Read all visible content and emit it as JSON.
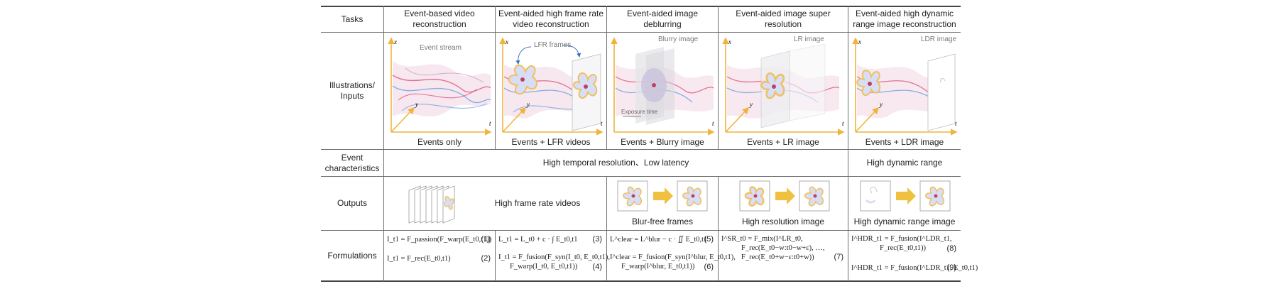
{
  "header": {
    "tasks_label": "Tasks",
    "col1": "Event-based video reconstruction",
    "col2": "Event-aided high frame rate video reconstruction",
    "col3": "Event-aided image deblurring",
    "col4": "Event-aided image super resolution",
    "col5": "Event-aided high dynamic range image reconstruction"
  },
  "rows": {
    "illustrations": "Illustrations/ Inputs",
    "characteristics": "Event characteristics",
    "outputs": "Outputs",
    "formulations": "Formulations"
  },
  "illustrations": {
    "p1": {
      "tag": "Event stream",
      "caption": "Events only",
      "x": "x",
      "y": "y",
      "t": "t"
    },
    "p2": {
      "tag": "LFR frames",
      "caption": "Events + LFR videos",
      "x": "x",
      "y": "y",
      "t": "t"
    },
    "p3": {
      "tag": "Blurry image",
      "caption": "Events + Blurry image",
      "exposure": "Exposure time",
      "t": "t"
    },
    "p4": {
      "tag": "LR image",
      "caption": "Events + LR image",
      "x": "x",
      "y": "y",
      "t": "t"
    },
    "p5": {
      "tag": "LDR image",
      "caption": "Events + LDR image",
      "x": "x",
      "y": "y",
      "t": "t"
    }
  },
  "characteristics": {
    "temporal": "High temporal resolution、Low latency",
    "hdr": "High dynamic range"
  },
  "outputs": {
    "o1": "High frame rate videos",
    "o3": "Blur-free frames",
    "o4": "High resolution image",
    "o5": "High dynamic range image"
  },
  "formulations": {
    "f1a": "I_t1 = F_passion(F_warp(E_t0,t1))",
    "f1a_n": "(1)",
    "f1b": "I_t1 = F_rec(E_t0,t1)",
    "f1b_n": "(2)",
    "f2a": "L_t1 = L_t0 + c · ∫ E_t0,t1",
    "f2a_n": "(3)",
    "f2b1": "I_t1 = F_fusion(F_syn(I_t0, E_t0,t1),",
    "f2b2": "F_warp(I_t0, E_t0,t1))",
    "f2b_n": "(4)",
    "f3a": "L^clear = L^blur − c · ∬ E_t0,t1",
    "f3a_n": "(5)",
    "f3b1": "I^clear = F_fusion(F_syn(I^blur, E_t0,t1),",
    "f3b2": "F_warp(I^blur, E_t0,t1))",
    "f3b_n": "(6)",
    "f4a": "I^SR_t0 = F_mix(I^LR_t0,",
    "f4b": "F_rec(E_t0−w:t0−w+ε), …,",
    "f4c": "F_rec(E_t0+w−ε:t0+w))",
    "f4_n": "(7)",
    "f5a1": "I^HDR_t1 = F_fusion(I^LDR_t1,",
    "f5a2": "F_rec(E_t0,t1))",
    "f5a_n": "(8)",
    "f5b": "I^HDR_t1 = F_fusion(I^LDR_t1, E_t0,t1)",
    "f5b_n": "(9)"
  },
  "colors": {
    "axis": "#f0b43c",
    "event_red": "#e0507a",
    "event_blue": "#6fa0e0",
    "fan_fill": "#d8def5",
    "fan_edge": "#f0c060",
    "arrow": "#f0c040",
    "rule": "#6f6f6f"
  }
}
